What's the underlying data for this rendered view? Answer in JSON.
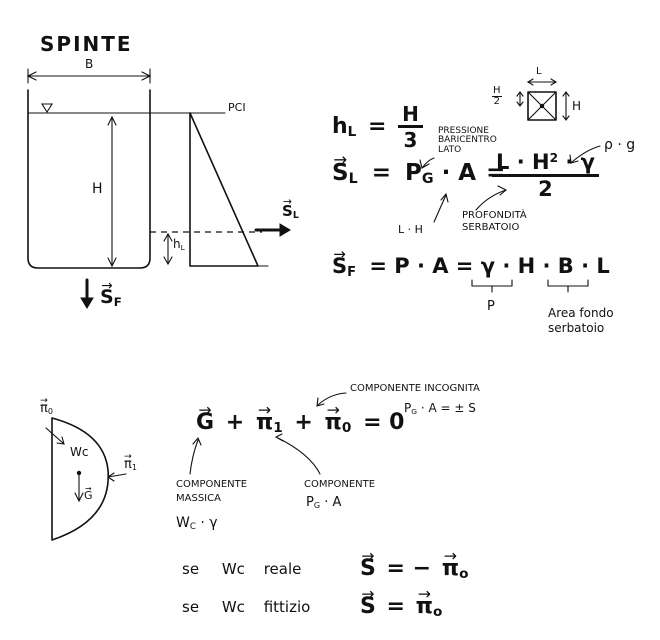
{
  "title": "SPINTE",
  "tank": {
    "label_B": "B",
    "label_H": "H",
    "label_hL": "h",
    "label_hL_sub": "L",
    "label_pci": "PCI",
    "label_SL": "S",
    "label_SL_sub": "L",
    "label_SF": "S",
    "label_SF_sub": "F"
  },
  "square": {
    "label_L": "L",
    "label_H2_num": "H",
    "label_H2_den": "2",
    "label_H": "H"
  },
  "eq_hL": {
    "lhs": "h",
    "lhs_sub": "L",
    "eq": "=",
    "num": "H",
    "den": "3"
  },
  "eq_SL": {
    "lhs": "S",
    "lhs_sub": "L",
    "eq1": "=",
    "p": "P",
    "p_sub": "G",
    "a": "· A",
    "eq2": "=",
    "num_main": "L · H",
    "num_sup": "2",
    "num_tail": "· γ",
    "den": "2"
  },
  "notes_SL": {
    "pressione_1": "PRESSIONE",
    "pressione_2": "BARICENTRO",
    "pressione_3": "LATO",
    "rho_g": "ρ · g",
    "LH": "L · H",
    "profondita_1": "PROFONDITÀ",
    "profondita_2": "SERBATOIO"
  },
  "eq_SF": {
    "lhs": "S",
    "lhs_sub": "F",
    "rest": "= P · A = γ · H · B · L",
    "under_P": "P",
    "area_1": "Area fondo",
    "area_2": "serbatoio"
  },
  "lower_shape": {
    "pi0": "π",
    "pi0_sub": "0",
    "wc": "Wc",
    "pi1": "π",
    "pi1_sub": "1",
    "g": "G"
  },
  "eq_balance": {
    "g": "G",
    "plus1": "+",
    "pi1": "π",
    "pi1_sub": "1",
    "plus2": "+",
    "pi0": "π",
    "pi0_sub": "0",
    "tail": "= 0"
  },
  "notes_balance": {
    "incognita": "COMPONENTE INCOGNITA",
    "pga_s": "P",
    "pga_s_sub": "G",
    "pga_s_tail": "· A = ± S",
    "massica_1": "COMPONENTE",
    "massica_2": "MASSICA",
    "wc_gamma": "W",
    "wc_gamma_sub": "C",
    "wc_gamma_tail": "· γ",
    "comp_pga": "COMPONENTE",
    "pga": "P",
    "pga_sub": "G",
    "pga_tail": "· A"
  },
  "cases": [
    {
      "se": "se",
      "wc": "Wc",
      "kind": "reale",
      "s": "S",
      "eq": "= −",
      "pi": "π",
      "pi_sub": "o"
    },
    {
      "se": "se",
      "wc": "Wc",
      "kind": "fittizio",
      "s": "S",
      "eq": "=",
      "pi": "π",
      "pi_sub": "o"
    }
  ]
}
